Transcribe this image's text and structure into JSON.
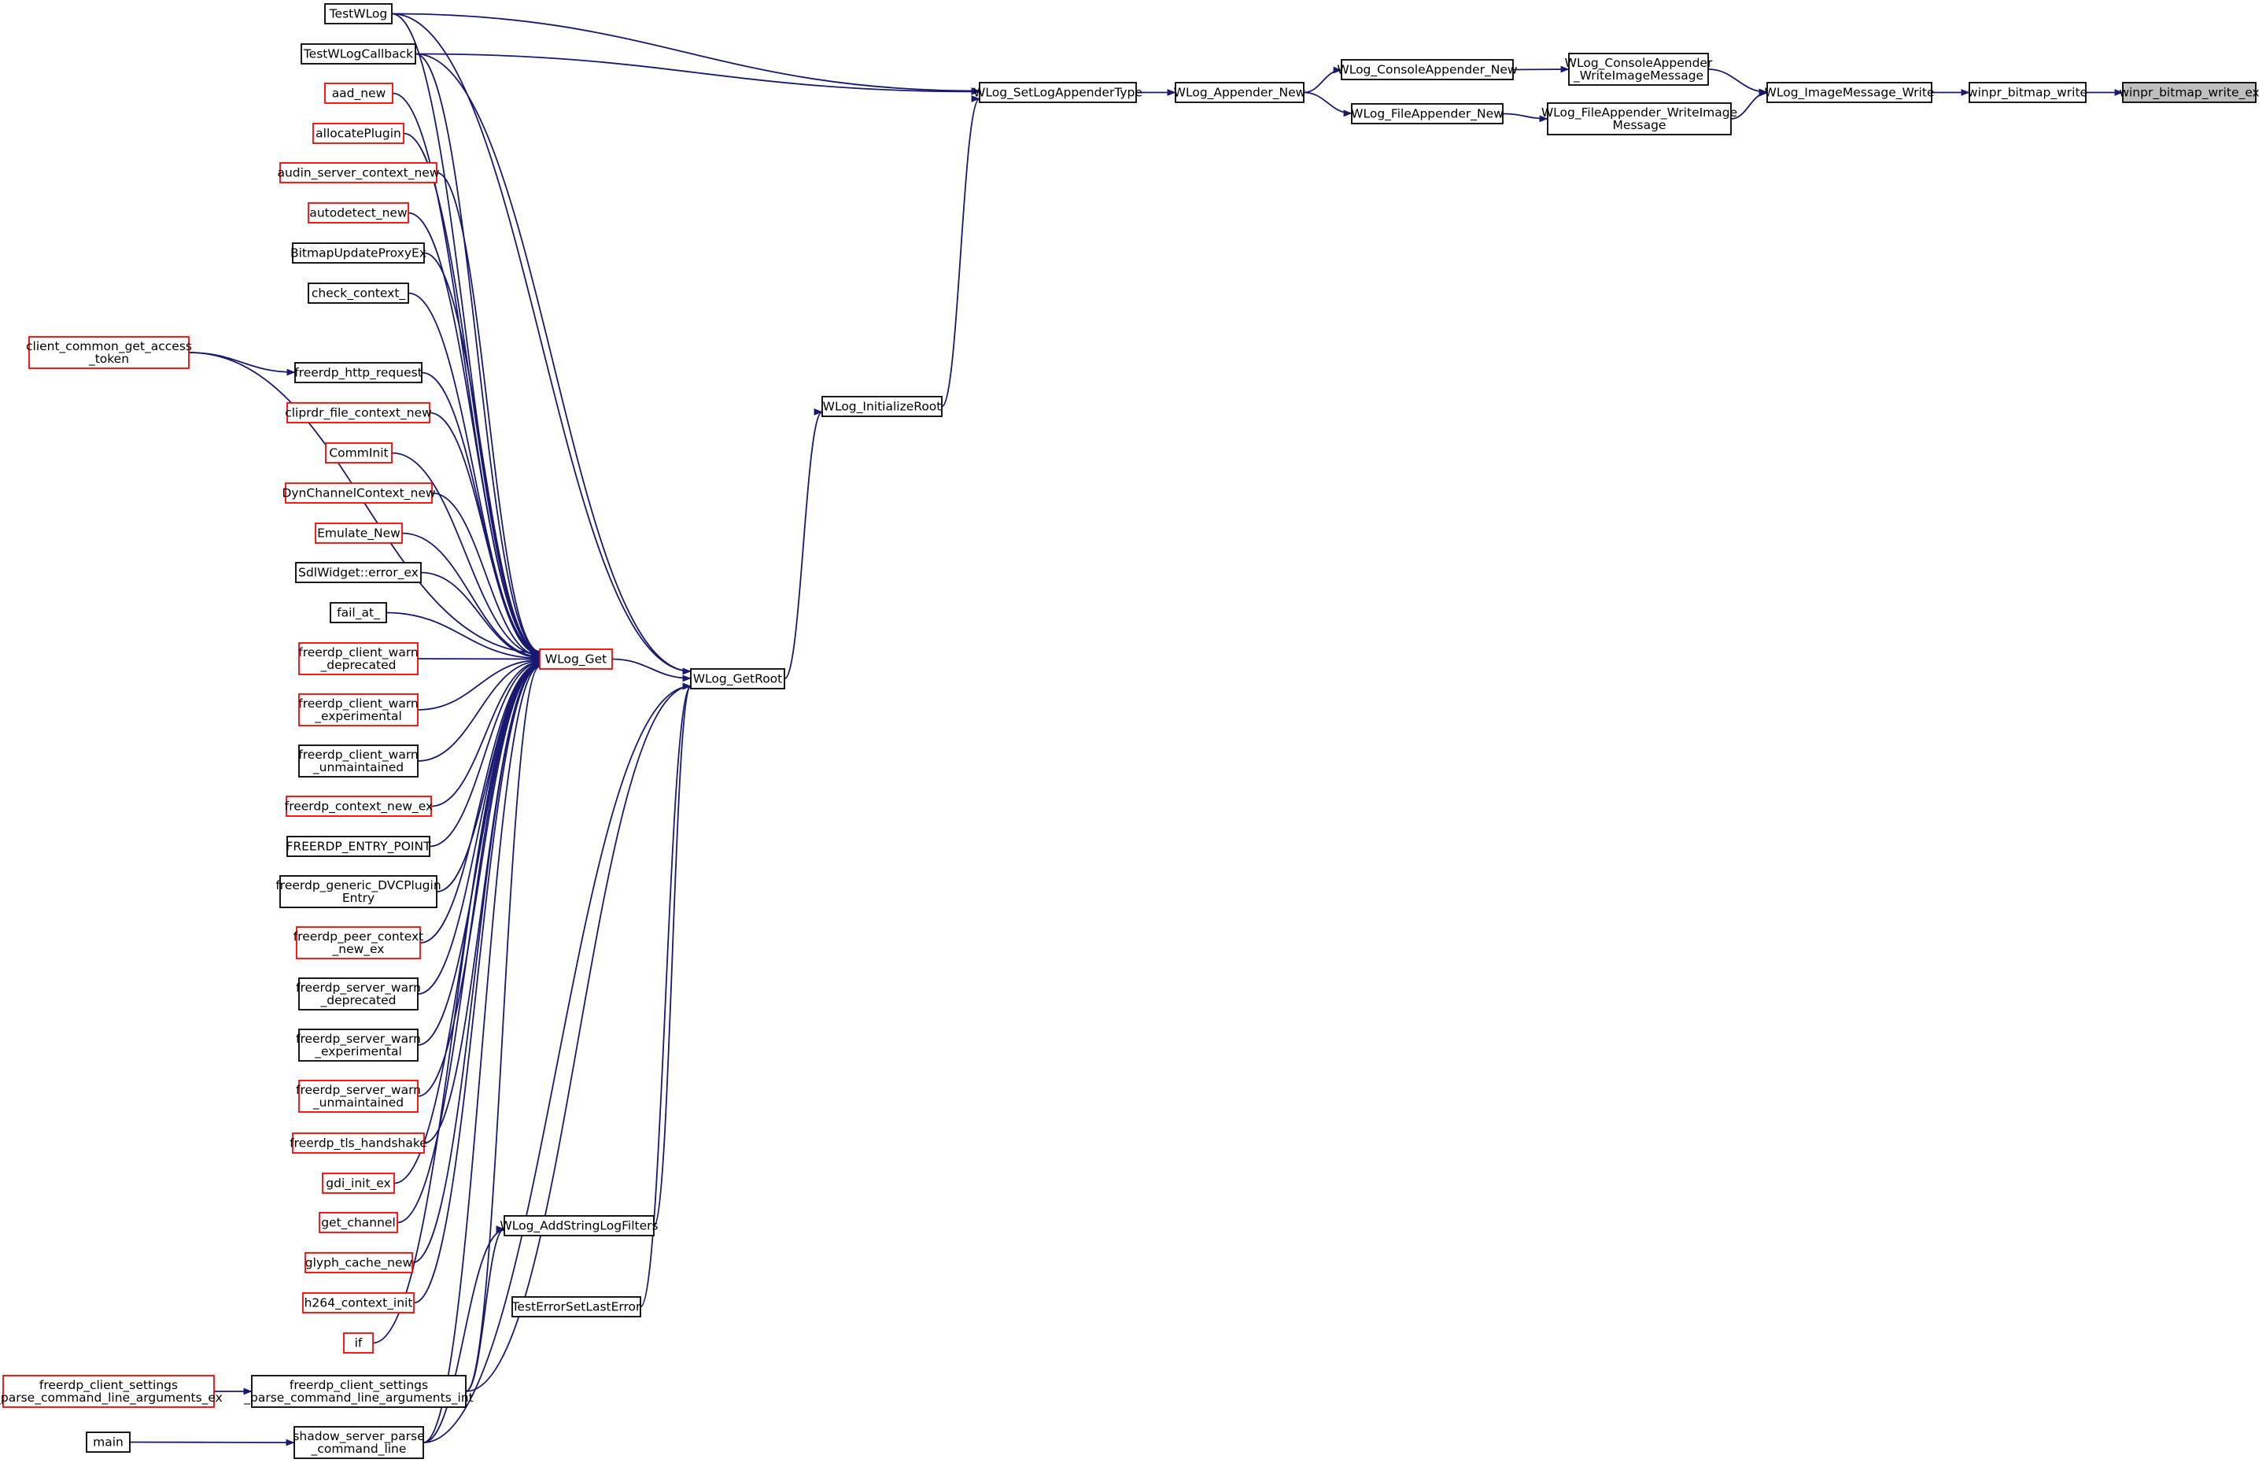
{
  "colors": {
    "edge": "#191970",
    "box_border_default": "#000000",
    "box_border_truncated": "#ff0000",
    "box_fill_default": "#ffffff",
    "box_fill_focus": "#bfbfbf",
    "text": "#000000"
  },
  "nodes": {
    "winpr_bitmap_write_ex": {
      "lines": [
        "winpr_bitmap_write_ex"
      ],
      "style": "focus"
    },
    "winpr_bitmap_write": {
      "lines": [
        "winpr_bitmap_write"
      ],
      "style": "normal"
    },
    "WLog_ImageMessage_Write": {
      "lines": [
        "WLog_ImageMessage_Write"
      ],
      "style": "normal"
    },
    "WLog_ConsoleAppender_WriteImageMessage": {
      "lines": [
        "WLog_ConsoleAppender",
        "_WriteImageMessage"
      ],
      "style": "normal"
    },
    "WLog_FileAppender_WriteImageMessage": {
      "lines": [
        "WLog_FileAppender_WriteImage",
        "Message"
      ],
      "style": "normal"
    },
    "WLog_ConsoleAppender_New": {
      "lines": [
        "WLog_ConsoleAppender_New"
      ],
      "style": "normal"
    },
    "WLog_FileAppender_New": {
      "lines": [
        "WLog_FileAppender_New"
      ],
      "style": "normal"
    },
    "WLog_Appender_New": {
      "lines": [
        "WLog_Appender_New"
      ],
      "style": "normal"
    },
    "WLog_SetLogAppenderType": {
      "lines": [
        "WLog_SetLogAppenderType"
      ],
      "style": "normal"
    },
    "WLog_InitializeRoot": {
      "lines": [
        "WLog_InitializeRoot"
      ],
      "style": "normal"
    },
    "WLog_GetRoot": {
      "lines": [
        "WLog_GetRoot"
      ],
      "style": "normal"
    },
    "WLog_Get": {
      "lines": [
        "WLog_Get"
      ],
      "style": "truncated"
    },
    "WLog_AddStringLogFilters": {
      "lines": [
        "WLog_AddStringLogFilters"
      ],
      "style": "normal"
    },
    "TestErrorSetLastError": {
      "lines": [
        "TestErrorSetLastError"
      ],
      "style": "normal"
    },
    "TestWLog": {
      "lines": [
        "TestWLog"
      ],
      "style": "normal"
    },
    "TestWLogCallback": {
      "lines": [
        "TestWLogCallback"
      ],
      "style": "normal"
    },
    "aad_new": {
      "lines": [
        "aad_new"
      ],
      "style": "truncated"
    },
    "allocatePlugin": {
      "lines": [
        "allocatePlugin"
      ],
      "style": "truncated"
    },
    "audin_server_context_new": {
      "lines": [
        "audin_server_context_new"
      ],
      "style": "truncated"
    },
    "autodetect_new": {
      "lines": [
        "autodetect_new"
      ],
      "style": "truncated"
    },
    "BitmapUpdateProxyEx": {
      "lines": [
        "BitmapUpdateProxyEx"
      ],
      "style": "normal"
    },
    "check_context_": {
      "lines": [
        "check_context_"
      ],
      "style": "normal"
    },
    "client_common_get_access_token": {
      "lines": [
        "client_common_get_access",
        "_token"
      ],
      "style": "truncated"
    },
    "freerdp_http_request": {
      "lines": [
        "freerdp_http_request"
      ],
      "style": "normal"
    },
    "cliprdr_file_context_new": {
      "lines": [
        "cliprdr_file_context_new"
      ],
      "style": "truncated"
    },
    "CommInit": {
      "lines": [
        "CommInit"
      ],
      "style": "truncated"
    },
    "DynChannelContext_new": {
      "lines": [
        "DynChannelContext_new"
      ],
      "style": "truncated"
    },
    "Emulate_New": {
      "lines": [
        "Emulate_New"
      ],
      "style": "truncated"
    },
    "SdlWidget_error_ex": {
      "lines": [
        "SdlWidget::error_ex"
      ],
      "style": "normal"
    },
    "fail_at_": {
      "lines": [
        "fail_at_"
      ],
      "style": "normal"
    },
    "freerdp_client_warn_deprecated": {
      "lines": [
        "freerdp_client_warn",
        "_deprecated"
      ],
      "style": "truncated"
    },
    "freerdp_client_warn_experimental": {
      "lines": [
        "freerdp_client_warn",
        "_experimental"
      ],
      "style": "truncated"
    },
    "freerdp_client_warn_unmaintained": {
      "lines": [
        "freerdp_client_warn",
        "_unmaintained"
      ],
      "style": "normal"
    },
    "freerdp_context_new_ex": {
      "lines": [
        "freerdp_context_new_ex"
      ],
      "style": "truncated"
    },
    "FREERDP_ENTRY_POINT": {
      "lines": [
        "FREERDP_ENTRY_POINT"
      ],
      "style": "normal"
    },
    "freerdp_generic_DVCPluginEntry": {
      "lines": [
        "freerdp_generic_DVCPlugin",
        "Entry"
      ],
      "style": "normal"
    },
    "freerdp_peer_context_new_ex": {
      "lines": [
        "freerdp_peer_context",
        "_new_ex"
      ],
      "style": "truncated"
    },
    "freerdp_server_warn_deprecated": {
      "lines": [
        "freerdp_server_warn",
        "_deprecated"
      ],
      "style": "normal"
    },
    "freerdp_server_warn_experimental": {
      "lines": [
        "freerdp_server_warn",
        "_experimental"
      ],
      "style": "normal"
    },
    "freerdp_server_warn_unmaintained": {
      "lines": [
        "freerdp_server_warn",
        "_unmaintained"
      ],
      "style": "truncated"
    },
    "freerdp_tls_handshake": {
      "lines": [
        "freerdp_tls_handshake"
      ],
      "style": "truncated"
    },
    "gdi_init_ex": {
      "lines": [
        "gdi_init_ex"
      ],
      "style": "truncated"
    },
    "get_channel": {
      "lines": [
        "get_channel"
      ],
      "style": "truncated"
    },
    "glyph_cache_new": {
      "lines": [
        "glyph_cache_new"
      ],
      "style": "truncated"
    },
    "h264_context_init": {
      "lines": [
        "h264_context_init"
      ],
      "style": "truncated"
    },
    "if": {
      "lines": [
        "if"
      ],
      "style": "truncated"
    },
    "freerdp_client_settings_parse_command_line_arguments_ex": {
      "lines": [
        "freerdp_client_settings",
        "_parse_command_line_arguments_ex"
      ],
      "style": "truncated"
    },
    "freerdp_client_settings_parse_command_line_arguments_int": {
      "lines": [
        "freerdp_client_settings",
        "_parse_command_line_arguments_int"
      ],
      "style": "normal"
    },
    "main": {
      "lines": [
        "main"
      ],
      "style": "normal"
    },
    "shadow_server_parse_command_line": {
      "lines": [
        "shadow_server_parse",
        "_command_line"
      ],
      "style": "normal"
    }
  },
  "edges": [
    [
      "winpr_bitmap_write",
      "winpr_bitmap_write_ex"
    ],
    [
      "WLog_ImageMessage_Write",
      "winpr_bitmap_write"
    ],
    [
      "WLog_ConsoleAppender_WriteImageMessage",
      "WLog_ImageMessage_Write"
    ],
    [
      "WLog_FileAppender_WriteImageMessage",
      "WLog_ImageMessage_Write"
    ],
    [
      "WLog_ConsoleAppender_New",
      "WLog_ConsoleAppender_WriteImageMessage"
    ],
    [
      "WLog_FileAppender_New",
      "WLog_FileAppender_WriteImageMessage"
    ],
    [
      "WLog_Appender_New",
      "WLog_ConsoleAppender_New"
    ],
    [
      "WLog_Appender_New",
      "WLog_FileAppender_New"
    ],
    [
      "WLog_SetLogAppenderType",
      "WLog_Appender_New"
    ],
    [
      "TestWLog",
      "WLog_SetLogAppenderType"
    ],
    [
      "TestWLogCallback",
      "WLog_SetLogAppenderType"
    ],
    [
      "WLog_InitializeRoot",
      "WLog_SetLogAppenderType"
    ],
    [
      "WLog_GetRoot",
      "WLog_InitializeRoot"
    ],
    [
      "WLog_Get",
      "WLog_GetRoot"
    ],
    [
      "TestWLog",
      "WLog_GetRoot"
    ],
    [
      "TestWLogCallback",
      "WLog_GetRoot"
    ],
    [
      "WLog_AddStringLogFilters",
      "WLog_GetRoot"
    ],
    [
      "TestErrorSetLastError",
      "WLog_GetRoot"
    ],
    [
      "freerdp_client_settings_parse_command_line_arguments_int",
      "WLog_GetRoot"
    ],
    [
      "shadow_server_parse_command_line",
      "WLog_GetRoot"
    ],
    [
      "freerdp_client_settings_parse_command_line_arguments_int",
      "WLog_AddStringLogFilters"
    ],
    [
      "shadow_server_parse_command_line",
      "WLog_AddStringLogFilters"
    ],
    [
      "freerdp_client_settings_parse_command_line_arguments_ex",
      "freerdp_client_settings_parse_command_line_arguments_int"
    ],
    [
      "main",
      "shadow_server_parse_command_line"
    ],
    [
      "client_common_get_access_token",
      "freerdp_http_request"
    ],
    [
      "TestWLog",
      "WLog_Get"
    ],
    [
      "TestWLogCallback",
      "WLog_Get"
    ],
    [
      "aad_new",
      "WLog_Get"
    ],
    [
      "allocatePlugin",
      "WLog_Get"
    ],
    [
      "audin_server_context_new",
      "WLog_Get"
    ],
    [
      "autodetect_new",
      "WLog_Get"
    ],
    [
      "BitmapUpdateProxyEx",
      "WLog_Get"
    ],
    [
      "check_context_",
      "WLog_Get"
    ],
    [
      "client_common_get_access_token",
      "WLog_Get"
    ],
    [
      "freerdp_http_request",
      "WLog_Get"
    ],
    [
      "cliprdr_file_context_new",
      "WLog_Get"
    ],
    [
      "CommInit",
      "WLog_Get"
    ],
    [
      "DynChannelContext_new",
      "WLog_Get"
    ],
    [
      "Emulate_New",
      "WLog_Get"
    ],
    [
      "SdlWidget_error_ex",
      "WLog_Get"
    ],
    [
      "fail_at_",
      "WLog_Get"
    ],
    [
      "freerdp_client_warn_deprecated",
      "WLog_Get"
    ],
    [
      "freerdp_client_warn_experimental",
      "WLog_Get"
    ],
    [
      "freerdp_client_warn_unmaintained",
      "WLog_Get"
    ],
    [
      "freerdp_context_new_ex",
      "WLog_Get"
    ],
    [
      "FREERDP_ENTRY_POINT",
      "WLog_Get"
    ],
    [
      "freerdp_generic_DVCPluginEntry",
      "WLog_Get"
    ],
    [
      "freerdp_peer_context_new_ex",
      "WLog_Get"
    ],
    [
      "freerdp_server_warn_deprecated",
      "WLog_Get"
    ],
    [
      "freerdp_server_warn_experimental",
      "WLog_Get"
    ],
    [
      "freerdp_server_warn_unmaintained",
      "WLog_Get"
    ],
    [
      "freerdp_tls_handshake",
      "WLog_Get"
    ],
    [
      "gdi_init_ex",
      "WLog_Get"
    ],
    [
      "get_channel",
      "WLog_Get"
    ],
    [
      "glyph_cache_new",
      "WLog_Get"
    ],
    [
      "h264_context_init",
      "WLog_Get"
    ],
    [
      "if",
      "WLog_Get"
    ],
    [
      "freerdp_client_settings_parse_command_line_arguments_int",
      "WLog_Get"
    ],
    [
      "shadow_server_parse_command_line",
      "WLog_Get"
    ]
  ]
}
